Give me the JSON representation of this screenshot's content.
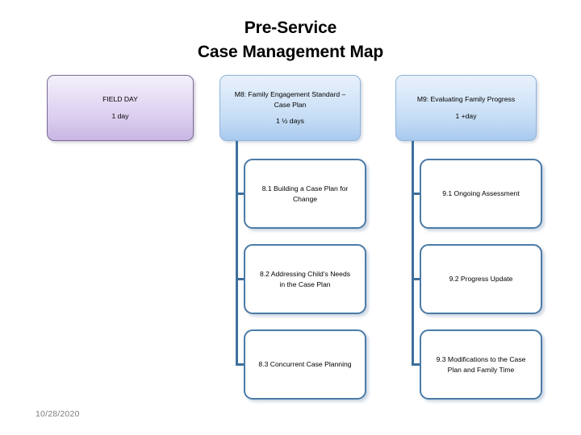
{
  "title": {
    "line1": "Pre-Service",
    "line2": "Case Management Map"
  },
  "milestones": [
    {
      "id": "field-day",
      "label": "FIELD DAY",
      "duration": "1 day",
      "color": "#c9b6e4",
      "border_color": "#7a6b92"
    },
    {
      "id": "m8",
      "label_line1": "M8:  Family Engagement Standard –",
      "label_line2": "Case Plan",
      "duration": "1 ½ days",
      "color": "#a9caee",
      "border_color": "#8fb4da"
    },
    {
      "id": "m9",
      "label_line1": "M9:  Evaluating Family Progress",
      "label_line2": "",
      "duration": "1 +day",
      "color": "#a9caee",
      "border_color": "#8fb4da"
    }
  ],
  "tasks": {
    "m8": [
      {
        "line1": "8.1  Building a Case Plan for",
        "line2": "Change"
      },
      {
        "line1": "8.2 Addressing Child’s Needs",
        "line2": "in the Case Plan"
      },
      {
        "line1": "8.3 Concurrent Case Planning",
        "line2": ""
      }
    ],
    "m9": [
      {
        "line1": "9.1 Ongoing Assessment",
        "line2": ""
      },
      {
        "line1": "9.2 Progress Update",
        "line2": ""
      },
      {
        "line1": "9.3 Modifications to the Case",
        "line2": "Plan and Family Time"
      }
    ]
  },
  "connector_color": "#3f6f9c",
  "task_border_color": "#4b7ba8",
  "footer": {
    "date": "10/28/2020"
  }
}
